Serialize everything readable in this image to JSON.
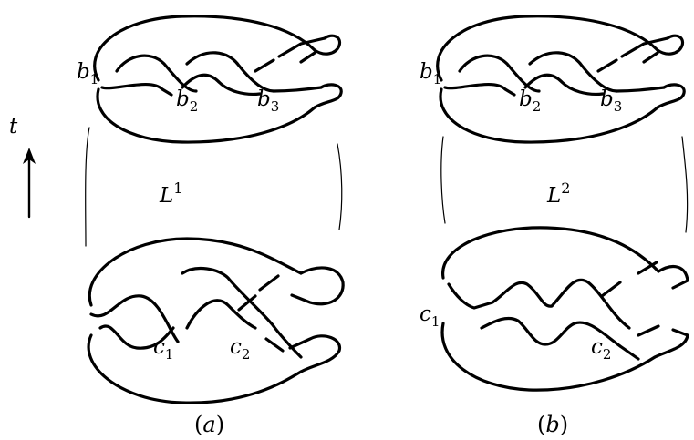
{
  "axis": {
    "label": "t"
  },
  "panels": [
    {
      "id": "a",
      "caption_open": "(",
      "caption_letter": "a",
      "caption_close": ")",
      "region": {
        "base": "L",
        "sup": "1"
      },
      "top_crossings": [
        {
          "base": "b",
          "sub": "1"
        },
        {
          "base": "b",
          "sub": "2"
        },
        {
          "base": "b",
          "sub": "3"
        }
      ],
      "bottom_crossings": [
        {
          "base": "c",
          "sub": "1"
        },
        {
          "base": "c",
          "sub": "2"
        }
      ]
    },
    {
      "id": "b",
      "caption_open": "(",
      "caption_letter": "b",
      "caption_close": ")",
      "region": {
        "base": "L",
        "sup": "2"
      },
      "top_crossings": [
        {
          "base": "b",
          "sub": "1"
        },
        {
          "base": "b",
          "sub": "2"
        },
        {
          "base": "b",
          "sub": "3"
        }
      ],
      "bottom_crossings": [
        {
          "base": "c",
          "sub": "1"
        },
        {
          "base": "c",
          "sub": "2"
        }
      ]
    }
  ]
}
